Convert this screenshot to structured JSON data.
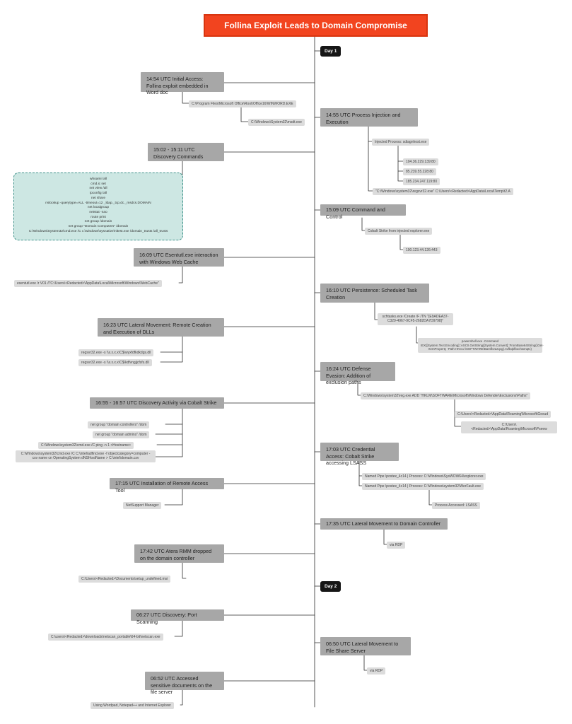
{
  "title": "Follina Exploit Leads to Domain Compromise",
  "days": [
    "Day 1",
    "Day 2"
  ],
  "events": {
    "e1": "14:54 UTC Initial Access: Follina exploit embedded in Word doc",
    "e2": "14:55 UTC Process Injection and Execution",
    "e3": "15:02 - 15:11 UTC Discovery Commands",
    "e4": "15:09 UTC Command and Control",
    "e5": "16:09 UTC Esentutl.exe interaction with Windows Web Cache",
    "e6": "16:10 UTC Persistence: Scheduled Task Creation",
    "e7": "16:23 UTC Lateral Movement: Remote Creation and Execution of DLLs",
    "e8": "16:24 UTC Defense Evasion: Addition of exclusion paths",
    "e9": "16:55 - 16:57 UTC Discovery Activity via Cobalt Strike",
    "e10": "17:03 UTC Credential Access: Cobalt Strike accessing LSASS",
    "e11": "17:15 UTC Installation of Remote Access Tool",
    "e12": "17:35 UTC Lateral Movement to Domain Controller",
    "e13": "17:42 UTC Atera RMM dropped on the domain controller",
    "e14": "06:27 UTC Discovery: Port Scanning",
    "e15": "06:50 UTC Lateral Movement to File Share Server",
    "e16": "06:52 UTC Accessed sensitive documents on the file server"
  },
  "details": {
    "winword": "C:\\Program Files\\Microsoft Office\\Root\\Office16\\WINWORD.EXE",
    "msdt": "C:\\Windows\\System32\\msdt.exe",
    "injected": "Injected Process: sdiagnhost.exe",
    "ip1": "104.36.229.139:80",
    "ip2": "85.239.55.228:80",
    "ip3": "185.234.247.119:80",
    "regsvr": "\"C:\\Windows\\system32\\regsvr32.exe\" C:\\Users\\<Redacted>\\AppData\\Local\\Temp\\t2.A",
    "cs_explorer": "Cobalt Strike from injected explorer.exe",
    "c2ip": "190.123.44.126:443",
    "esentutl": "esentutl.exe /r V01 /l\"C:\\Users\\<Redacted>\\AppData\\Local\\Microsoft\\Windows\\WebCache\"",
    "schtasks": "schtasks.exe /Create /F /TN \"{E9ADEA37-C329-4967-9CF5-2682DA7D9798}\"",
    "powershell": "powershell.exe -Command IEX([System.Text.Encoding]::ASCII.GetString([System.Convert]::FromBase64String((Get-ItemProperty -Path HKCU:\\SOFTWARE\\Bamfbvazqcg).nvfbqkfbochwmqtc)",
    "dll1": "regsvr32.exe -s \\\\x.x.x.x\\C$\\wyxfdfkdkdgs.dll",
    "dll2": "regsvr32.exe -s \\\\x.x.x.x\\C$\\kdfvngjjcfsfs.dll",
    "reg_add": "C:\\Windows\\system32\\reg.exe ADD \"HKLM\\SOFTWARE\\Microsoft\\Windows Defender\\Exclusions\\Paths\"",
    "excl1": "C:\\Users\\<Redacted>\\AppData\\Roaming\\Microsoft\\Gexud",
    "excl2": "C:\\Users\\<Redacted>\\AppData\\Roaming\\Microsoft\\Pseew",
    "ng_dc": "net group \"domain controllers\" /dom",
    "ng_da": "net group \"domain admins\" /dom",
    "ping": "C:\\Windows\\system32\\cmd.exe /C ping -n 1 <Hostname>",
    "adfind": "C:\\Windows\\system32\\cmd.exe /C C:\\intel\\adfind.exe -f objectcategory=computer -csv name cn OperatingSystem dNSHostName > C:\\intel\\domain.csv",
    "pipe1": "Named Pipe \\postex_4c14 | Process: C:\\Windows\\SysWOW64\\explorer.exe",
    "pipe2": "Named Pipe \\postex_4c14 | Process: C:\\Windows\\system32\\WerFault.exe",
    "lsass": "Process Accessed: LSASS",
    "netsupport": "NetSupport Manager",
    "via_rdp1": "via RDP",
    "atera": "C:\\Users\\<Redacted>\\Documents\\setup_undefined.msi",
    "netscan": "C:\\users\\<Redacted>\\downloads\\netscan_portable\\64-bit\\netscan.exe",
    "via_rdp2": "via RDP",
    "apps": "Using Wordpad, Notepad++ and Internet Explorer"
  },
  "discovery_commands": [
    "whoami /all",
    "cmd.ic set",
    "net view /all",
    "ipconfig /all",
    "net share",
    "nslookup -querytype=ALL -timeout=12 _ldap._tcp.dc._msdcs.DOMAIN",
    "net localgroup",
    "netstat -nao",
    "route print",
    "net group /domain",
    "net group \"Domain Computers\" /domain",
    "C:\\Windows\\System32\\cmd.exe /C c:\\windows\\sysnative\\nltest.exe /domain_trusts /all_trusts"
  ]
}
